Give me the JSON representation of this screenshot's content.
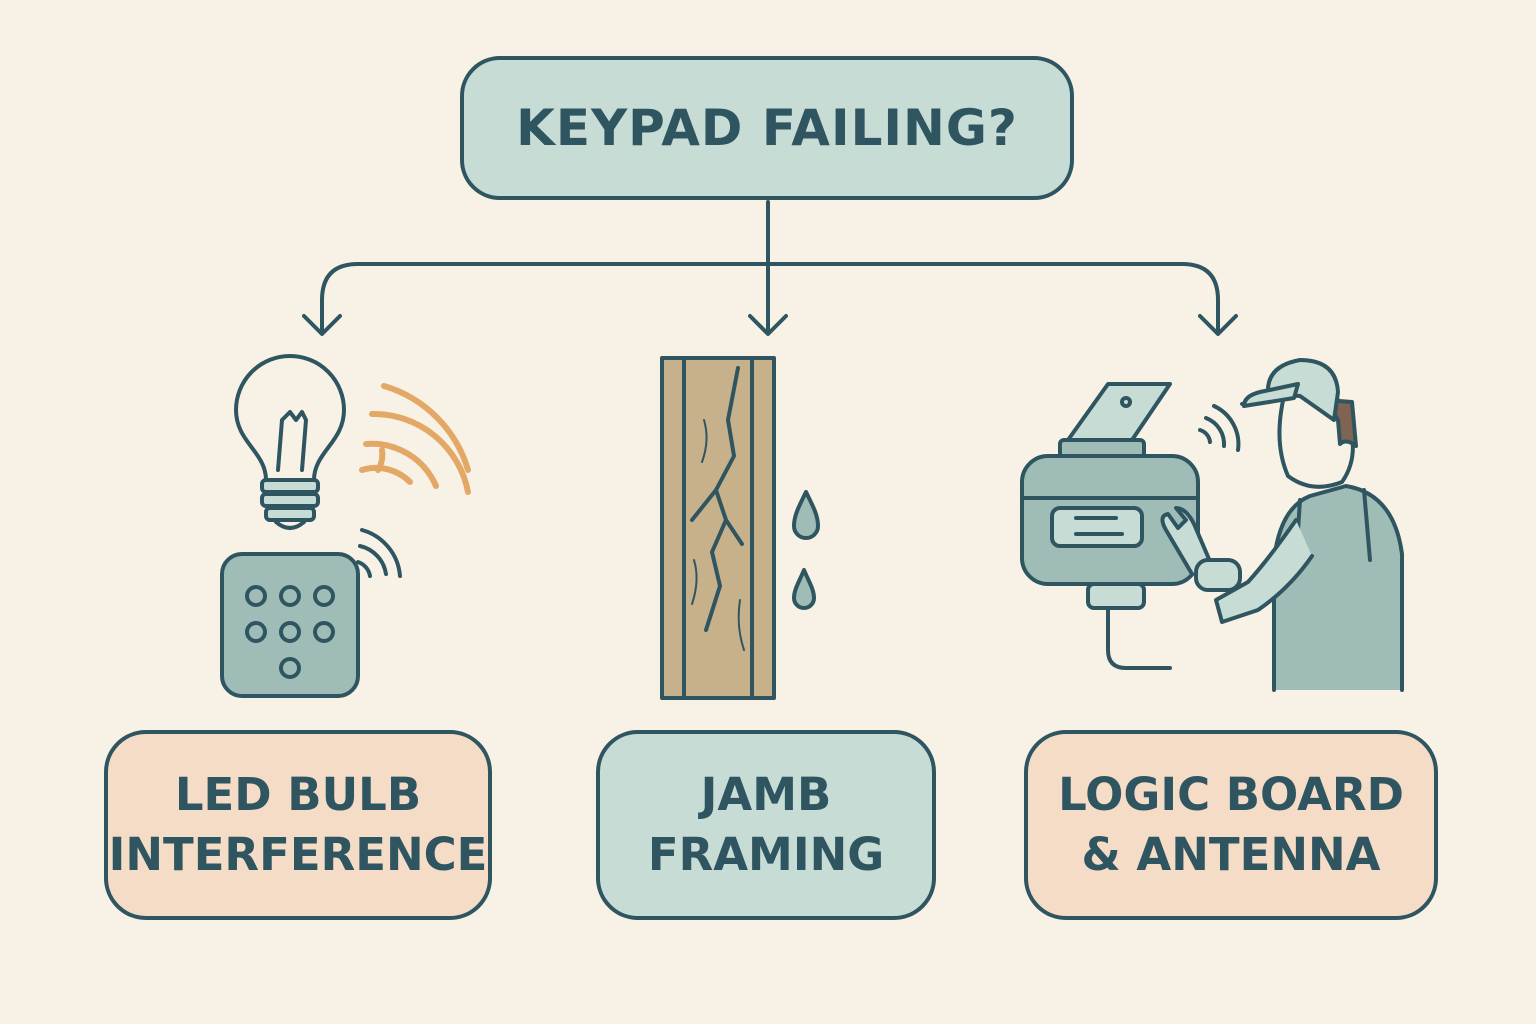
{
  "root": {
    "label": "KEYPAD FAILING?"
  },
  "causes": [
    {
      "line1": "LED BULB",
      "line2": "INTERFERENCE",
      "icon": "led-bulb-and-keypad"
    },
    {
      "line1": "JAMB",
      "line2": "FRAMING",
      "icon": "cracked-wood-jamb"
    },
    {
      "line1": "LOGIC BOARD",
      "line2": "& ANTENNA",
      "icon": "technician-repairing-opener"
    }
  ],
  "colors": {
    "background": "#f7f2e5",
    "outline": "#2f5561",
    "teal_fill": "#c8dcd6",
    "peach_fill": "#f5dcc6",
    "signal_orange": "#e3a866",
    "wood": "#c7b18b"
  }
}
